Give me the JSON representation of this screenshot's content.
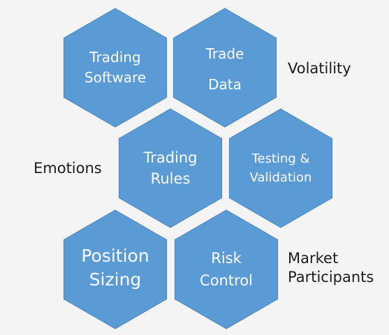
{
  "hexagon_color": "#5b9bd5",
  "hexagon_edge_color": "#4a86be",
  "hexagons": [
    {
      "id": "trading-software",
      "lines": [
        "Trading",
        "Software"
      ]
    },
    {
      "id": "trade-data",
      "lines": [
        "Trade",
        "Data"
      ]
    },
    {
      "id": "trading-rules",
      "lines": [
        "Trading",
        "Rules"
      ]
    },
    {
      "id": "testing-validation",
      "lines": [
        "Testing &",
        "Validation"
      ]
    },
    {
      "id": "position-sizing",
      "lines": [
        "Position",
        "Sizing"
      ]
    },
    {
      "id": "risk-control",
      "lines": [
        "Risk",
        "Control"
      ]
    }
  ],
  "side_labels": {
    "volatility": "Volatility",
    "emotions": "Emotions",
    "market_line1": "Market",
    "market_line2": "Participants"
  }
}
